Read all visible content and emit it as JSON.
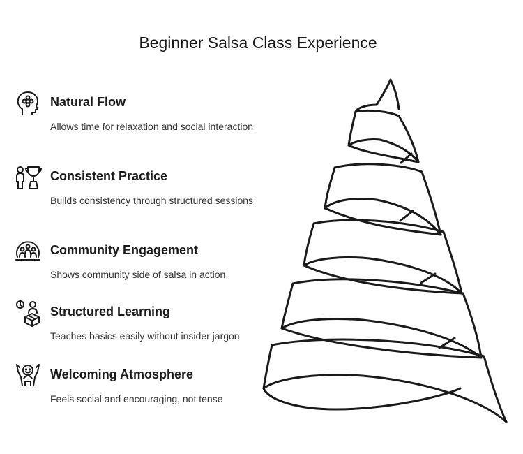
{
  "title": "Beginner Salsa Class Experience",
  "items": [
    {
      "heading": "Natural Flow",
      "description": "Allows time for relaxation and social interaction",
      "icon": "mind-flower-icon"
    },
    {
      "heading": "Consistent Practice",
      "description": "Builds consistency through structured sessions",
      "icon": "trophy-person-icon"
    },
    {
      "heading": "Community Engagement",
      "description": "Shows community side of salsa in action",
      "icon": "community-group-icon"
    },
    {
      "heading": "Structured Learning",
      "description": "Teaches basics easily without insider jargon",
      "icon": "clock-box-person-icon"
    },
    {
      "heading": "Welcoming Atmosphere",
      "description": "Feels social and encouraging, not tense",
      "icon": "open-arms-person-icon"
    }
  ],
  "colors": {
    "stroke": "#1a1a1a",
    "text": "#1a1a1a",
    "background": "#ffffff"
  }
}
